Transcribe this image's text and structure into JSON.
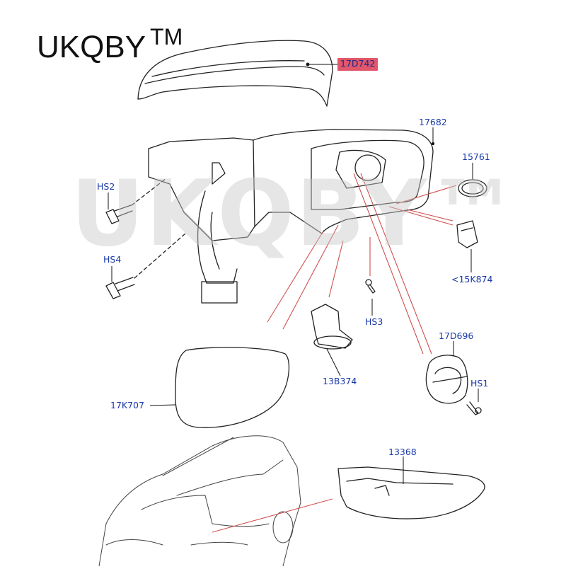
{
  "brand": {
    "name": "UKQBY",
    "mark": "TM"
  },
  "watermark": "UKQBY™",
  "callouts": {
    "mirror_cap": "17D742",
    "mirror_housing": "17682",
    "seal": "15761",
    "bulb_holder": "<15K874",
    "screw_hs2": "HS2",
    "screw_hs4": "HS4",
    "screw_hs3": "HS3",
    "puddle_lamp": "13B374",
    "motor": "17D696",
    "screw_hs1": "HS1",
    "mirror_glass": "17K707",
    "indicator": "13368"
  },
  "colors": {
    "callout_text": "#1a3aa8",
    "leader_line": "#d05050",
    "highlight": "#e0566a",
    "linework": "#222222"
  }
}
